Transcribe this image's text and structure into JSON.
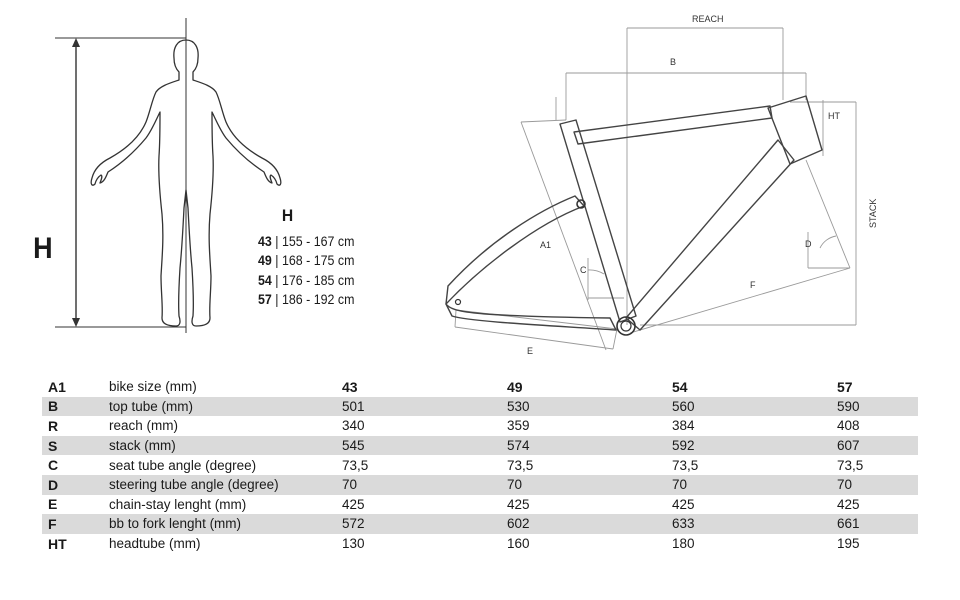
{
  "rider": {
    "h_label": "H",
    "legend_header": "H",
    "sizes": [
      {
        "size": "43",
        "range": "| 155 - 167 cm"
      },
      {
        "size": "49",
        "range": "| 168 - 175 cm"
      },
      {
        "size": "54",
        "range": "| 176 - 185 cm"
      },
      {
        "size": "57",
        "range": "| 186 - 192 cm"
      }
    ]
  },
  "frame_labels": {
    "reach": "REACH",
    "b": "B",
    "ht": "HT",
    "stack": "STACK",
    "a1": "A1",
    "c": "C",
    "d": "D",
    "f": "F",
    "e": "E"
  },
  "table": {
    "rows": [
      {
        "code": "A1",
        "desc": "bike size (mm)",
        "v": [
          "43",
          "49",
          "54",
          "57"
        ]
      },
      {
        "code": "B",
        "desc": "top tube (mm)",
        "v": [
          "501",
          "530",
          "560",
          "590"
        ]
      },
      {
        "code": "R",
        "desc": "reach (mm)",
        "v": [
          "340",
          "359",
          "384",
          "408"
        ]
      },
      {
        "code": "S",
        "desc": "stack (mm)",
        "v": [
          "545",
          "574",
          "592",
          "607"
        ]
      },
      {
        "code": "C",
        "desc": "seat tube angle (degree)",
        "v": [
          "73,5",
          "73,5",
          "73,5",
          "73,5"
        ]
      },
      {
        "code": "D",
        "desc": "steering tube angle (degree)",
        "v": [
          "70",
          "70",
          "70",
          "70"
        ]
      },
      {
        "code": "E",
        "desc": "chain-stay lenght (mm)",
        "v": [
          "425",
          "425",
          "425",
          "425"
        ]
      },
      {
        "code": "F",
        "desc": "bb to fork lenght (mm)",
        "v": [
          "572",
          "602",
          "633",
          "661"
        ]
      },
      {
        "code": "HT",
        "desc": "headtube (mm)",
        "v": [
          "130",
          "160",
          "180",
          "195"
        ]
      }
    ]
  },
  "colors": {
    "line": "#555555",
    "guide": "#9a9a9a",
    "row_stripe": "#dadada"
  }
}
